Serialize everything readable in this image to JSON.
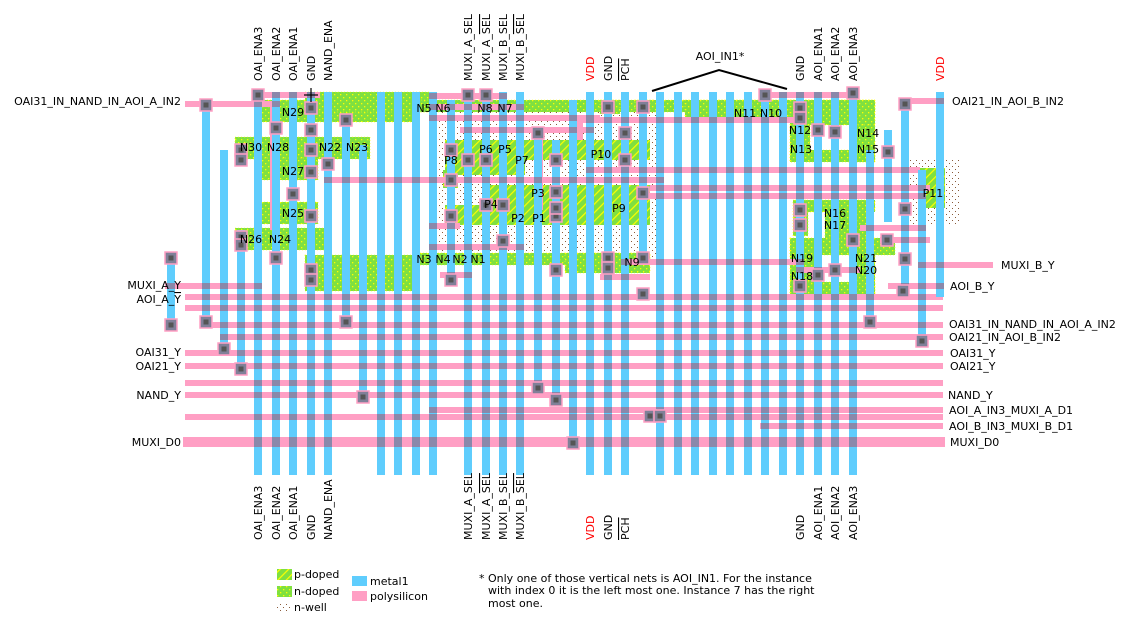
{
  "colors": {
    "metal1": "#5fcdfd",
    "polysilicon": "#ff9fc4",
    "doped": "#7fe040",
    "dots": "#ffff00",
    "contact": "#808098",
    "vdd": "#ff0000"
  },
  "top_labels": [
    {
      "text": "OAI_ENA3",
      "bar": ""
    },
    {
      "text": "OAI_ENA2",
      "bar": ""
    },
    {
      "text": "OAI_ENA1",
      "bar": ""
    },
    {
      "text": "GND",
      "bar": ""
    },
    {
      "text": "NAND_ENA",
      "bar": ""
    },
    {
      "text": "MUXI_A_SEL",
      "bar": ""
    },
    {
      "text": "MUXI_A_",
      "bar": "SEL"
    },
    {
      "text": "MUXI_B_SEL",
      "bar": ""
    },
    {
      "text": "MUXI_B_",
      "bar": "SEL"
    },
    {
      "text": "VDD",
      "bar": "",
      "red": true
    },
    {
      "text": "GND",
      "bar": ""
    },
    {
      "text": "",
      "bar": "PCH"
    },
    {
      "text": "GND",
      "bar": ""
    },
    {
      "text": "AOI_ENA1",
      "bar": ""
    },
    {
      "text": "AOI_ENA2",
      "bar": ""
    },
    {
      "text": "AOI_ENA3",
      "bar": ""
    },
    {
      "text": "VDD",
      "bar": "",
      "red": true
    }
  ],
  "bottom_labels": [
    {
      "text": "OAI_ENA3",
      "bar": ""
    },
    {
      "text": "OAI_ENA2",
      "bar": ""
    },
    {
      "text": "OAI_ENA1",
      "bar": ""
    },
    {
      "text": "GND",
      "bar": ""
    },
    {
      "text": "NAND_ENA",
      "bar": ""
    },
    {
      "text": "MUXI_A_SEL",
      "bar": ""
    },
    {
      "text": "MUXI_A_",
      "bar": "SEL"
    },
    {
      "text": "MUXI_B_SEL",
      "bar": ""
    },
    {
      "text": "MUXI_B_",
      "bar": "SEL"
    },
    {
      "text": "VDD",
      "bar": "",
      "red": true
    },
    {
      "text": "GND",
      "bar": ""
    },
    {
      "text": "",
      "bar": "PCH"
    },
    {
      "text": "GND",
      "bar": ""
    },
    {
      "text": "AOI_ENA1",
      "bar": ""
    },
    {
      "text": "AOI_ENA2",
      "bar": ""
    },
    {
      "text": "AOI_ENA3",
      "bar": ""
    }
  ],
  "left_labels": [
    {
      "text": "OAI31_IN_NAND_IN_AOI_A_IN2",
      "bar": ""
    },
    {
      "text": "MUXI_A_Y",
      "bar": ""
    },
    {
      "text": "AOI_A_",
      "bar": "Y"
    },
    {
      "text": "OAI31_Y",
      "bar": ""
    },
    {
      "text": "OAI21_Y",
      "bar": ""
    },
    {
      "text": "NAND_Y",
      "bar": ""
    },
    {
      "text": "MUXI_D0",
      "bar": ""
    }
  ],
  "right_labels": [
    {
      "text": "OAI21_IN_AOI_B_IN2",
      "bar": ""
    },
    {
      "text": "MUXI_B_Y",
      "bar": ""
    },
    {
      "text": "AOI_B_Y",
      "bar": ""
    },
    {
      "text": "OAI31_IN_NAND_IN_AOI_A_IN2",
      "bar": ""
    },
    {
      "text": "OAI21_IN_AOI_B_IN2",
      "bar": ""
    },
    {
      "text": "OAI31_Y",
      "bar": ""
    },
    {
      "text": "OAI21_Y",
      "bar": ""
    },
    {
      "text": "NAND_Y",
      "bar": ""
    },
    {
      "text": "AOI_A_IN3_MUXI_A_D1",
      "bar": ""
    },
    {
      "text": "AOI_B_IN3_MUXI_B_D1",
      "bar": ""
    },
    {
      "text": "MUXI_D0",
      "bar": ""
    }
  ],
  "aoi_in1_label": "AOI_IN1*",
  "transistors": [
    "N29",
    "N30",
    "N28",
    "N22",
    "N23",
    "N27",
    "N25",
    "N26",
    "N24",
    "N5",
    "N6",
    "N8",
    "N7",
    "N3",
    "N4",
    "N2",
    "N1",
    "N9",
    "N11",
    "N10",
    "N12",
    "N13",
    "N14",
    "N15",
    "N16",
    "N17",
    "N19",
    "N18",
    "N21",
    "N20",
    "P6",
    "P5",
    "P8",
    "P7",
    "P10",
    "P3",
    "P4",
    "P2",
    "P1",
    "P9",
    "P11"
  ],
  "legend": {
    "p_doped": "p-doped",
    "n_doped": "n-doped",
    "n_well": "n-well",
    "metal1": "metal1",
    "polysilicon": "polysilicon"
  },
  "footnote": [
    "* Only one of those vertical nets is AOI_IN1. For the instance",
    "with index 0 it is the left most one. Instance 7 has the right",
    "most one."
  ]
}
